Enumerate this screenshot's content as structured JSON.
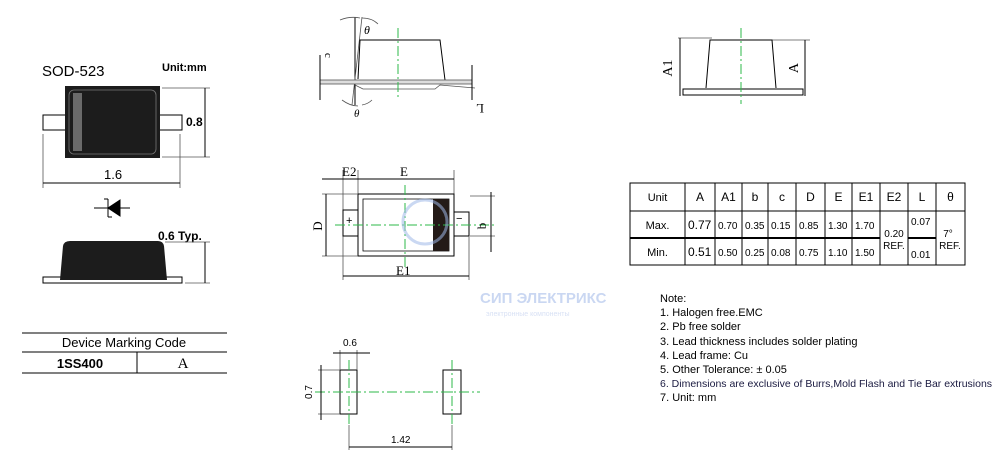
{
  "package": {
    "name": "SOD-523",
    "unit": "Unit:mm",
    "dim_height": "0.8",
    "dim_length": "1.6",
    "dim_thickness": "0.6 Typ."
  },
  "marking": {
    "header": "Device Marking Code",
    "part": "1SS400",
    "code": "A"
  },
  "side_view": {
    "theta_top": "θ",
    "theta_bottom": "θ",
    "c": "c",
    "L": "L"
  },
  "end_view": {
    "A1": "A1",
    "A": "A"
  },
  "top_view": {
    "E2": "E2",
    "E": "E",
    "E1": "E1",
    "D": "D",
    "b": "b",
    "plus": "+",
    "minus": "−"
  },
  "watermark": {
    "brand": "СИП ЭЛЕКТРИКС",
    "tagline": "электронные компоненты"
  },
  "footprint": {
    "width": "0.6",
    "height": "0.7",
    "pitch": "1.42"
  },
  "dim_table": {
    "headers": [
      "Unit",
      "A",
      "A1",
      "b",
      "c",
      "D",
      "E",
      "E1",
      "E2",
      "L",
      "θ"
    ],
    "max": [
      "Max.",
      "0.77",
      "0.70",
      "0.35",
      "0.15",
      "0.85",
      "1.30",
      "1.70",
      "",
      "0.07",
      ""
    ],
    "min": [
      "Min.",
      "0.51",
      "0.50",
      "0.25",
      "0.08",
      "0.75",
      "1.10",
      "1.50",
      "",
      "0.01",
      ""
    ],
    "e2_value": "0.20",
    "e2_ref": "REF.",
    "theta_value": "7°",
    "theta_ref": "REF."
  },
  "notes": [
    "Note:",
    "1. Halogen free.EMC",
    "2. Pb free solder",
    "3. Lead thickness includes solder plating",
    "4. Lead frame: Cu",
    "5. Other Tolerance: ± 0.05",
    "6. Dimensions are exclusive of Burrs,Mold Flash and Tie Bar extrusions",
    "7. Unit: mm"
  ],
  "colors": {
    "body": "#1c1c1c",
    "centerline": "#2db84a",
    "watermark": "#9fb8e8"
  }
}
